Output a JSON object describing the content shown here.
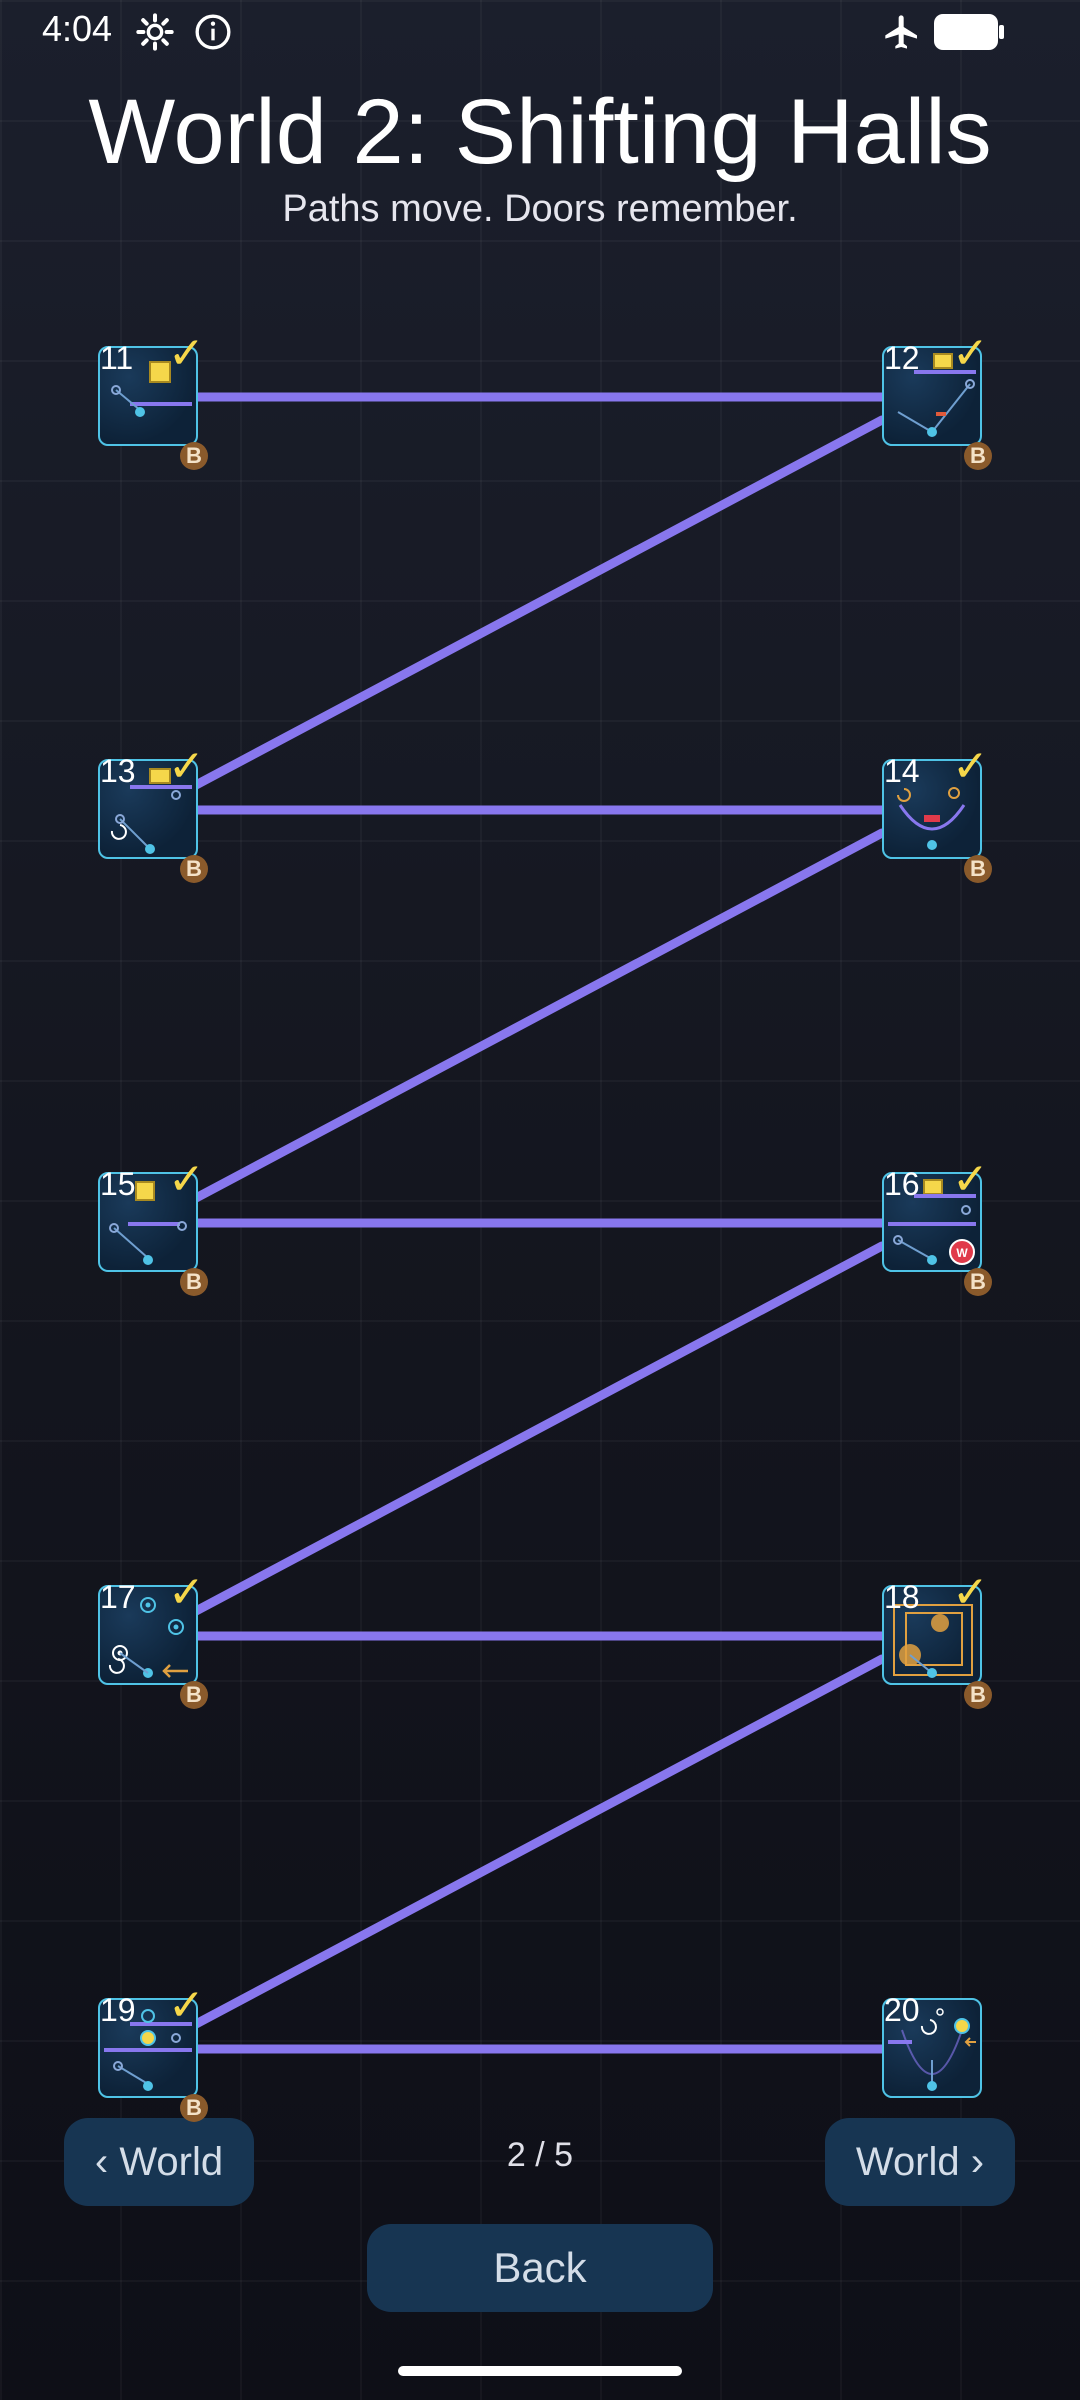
{
  "status": {
    "time": "4:04"
  },
  "world": {
    "title": "World 2: Shifting Halls",
    "subtitle": "Paths move. Doors remember."
  },
  "colors": {
    "path": "#8877ee",
    "tile_border": "#4fc3e6",
    "check": "#f5d74a",
    "badge": "#8a5a2b"
  },
  "levels": [
    {
      "number": "11",
      "completed": true,
      "badge": "B"
    },
    {
      "number": "12",
      "completed": true,
      "badge": "B"
    },
    {
      "number": "13",
      "completed": true,
      "badge": "B"
    },
    {
      "number": "14",
      "completed": true,
      "badge": "B"
    },
    {
      "number": "15",
      "completed": true,
      "badge": "B"
    },
    {
      "number": "16",
      "completed": true,
      "badge": "B"
    },
    {
      "number": "17",
      "completed": true,
      "badge": "B"
    },
    {
      "number": "18",
      "completed": true,
      "badge": "B"
    },
    {
      "number": "19",
      "completed": true,
      "badge": "B"
    },
    {
      "number": "20",
      "completed": false,
      "badge": ""
    }
  ],
  "nav": {
    "prev_label": "‹ World",
    "page": "2 / 5",
    "next_label": "World ›",
    "back_label": "Back"
  }
}
